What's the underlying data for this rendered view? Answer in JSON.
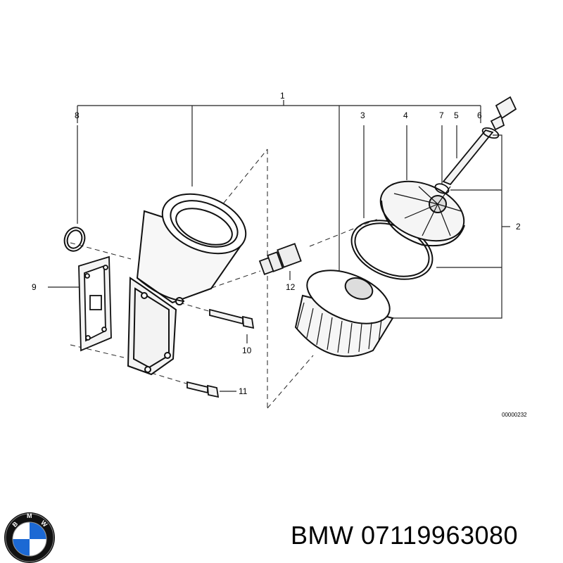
{
  "callouts": {
    "c1": "1",
    "c2": "2",
    "c3": "3",
    "c4": "4",
    "c5": "5",
    "c6": "6",
    "c7": "7",
    "c8": "8",
    "c9": "9",
    "c10": "10",
    "c11": "11",
    "c12": "12"
  },
  "diagram_id": "00000232",
  "caption": "BMW 07119963080",
  "logo": {
    "letters": [
      "B",
      "M",
      "W"
    ],
    "colors": {
      "blue": "#1c69d4",
      "ring": "#111111"
    }
  }
}
